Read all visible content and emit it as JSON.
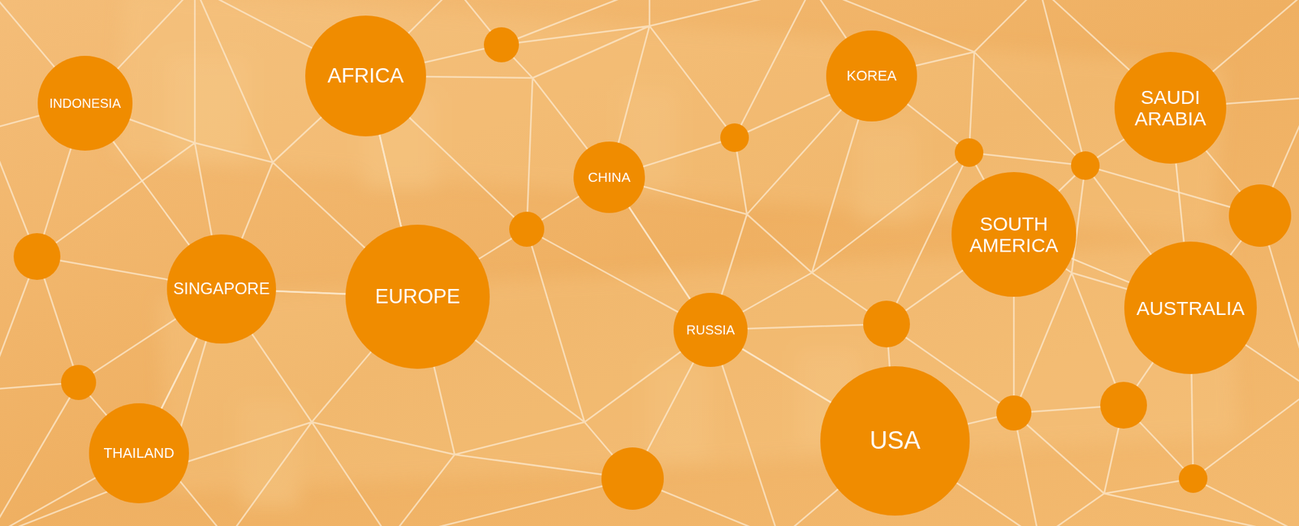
{
  "diagram": {
    "nodes": [
      {
        "text": [
          "INDONESIA"
        ]
      },
      {
        "text": [
          "AFRICA"
        ]
      },
      {
        "text": [
          "KOREA"
        ]
      },
      {
        "text": [
          "SAUDI ARABIA"
        ]
      },
      {
        "text": [
          "CHINA"
        ]
      },
      {
        "text": [
          "SOUTH AMERICA"
        ]
      },
      {
        "text": [
          "SINGAPORE"
        ]
      },
      {
        "text": [
          "EUROPE"
        ]
      },
      {
        "text": [
          "RUSSIA"
        ]
      },
      {
        "text": [
          "AUSTRALIA"
        ]
      },
      {
        "text": [
          "THAILAND"
        ]
      },
      {
        "text": [
          "USA"
        ]
      }
    ],
    "edges": [
      {
        "from": 0,
        "to": 6,
        "arrow": "none"
      },
      {
        "from": 6,
        "to": 10,
        "arrow": "none"
      },
      {
        "from": 6,
        "to": 7,
        "arrow": "none"
      },
      {
        "from": 1,
        "to": 7,
        "arrow": "none"
      },
      {
        "from": 4,
        "to": 8,
        "arrow": "none"
      },
      {
        "from": 5,
        "to": 9,
        "arrow": "none"
      },
      {
        "from": 3,
        "to": 9,
        "arrow": "none"
      },
      {
        "from": 8,
        "to": 11,
        "arrow": "none"
      }
    ]
  }
}
